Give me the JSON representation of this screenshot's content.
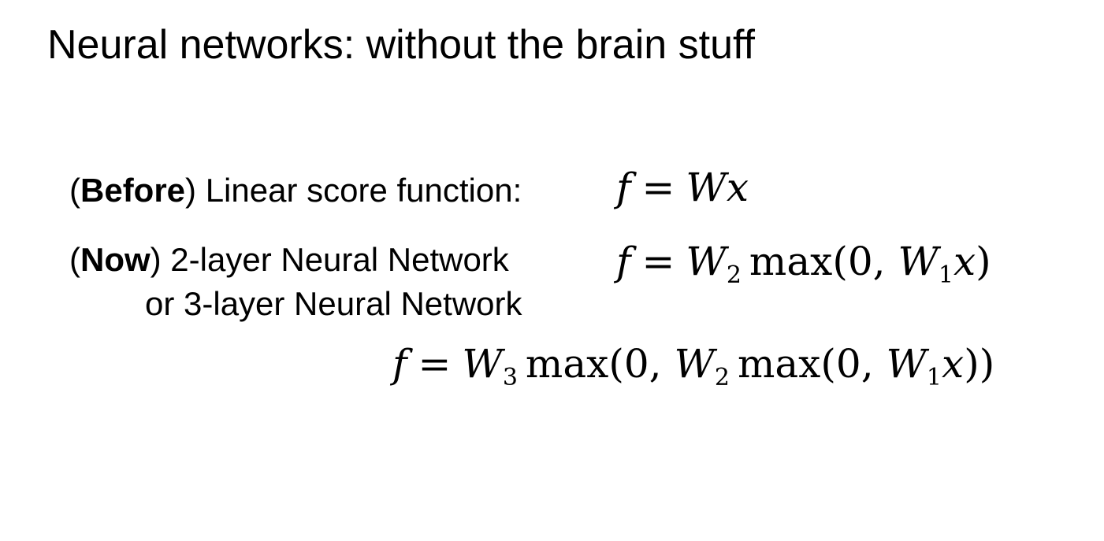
{
  "title": "Neural networks: without the brain stuff",
  "before": {
    "open_paren": "(",
    "bold_word": "Before",
    "rest": ") Linear score function:"
  },
  "now": {
    "open_paren": "(",
    "bold_word": "Now",
    "rest": ") 2-layer Neural Network"
  },
  "or_line": "or 3-layer Neural Network",
  "equations": {
    "linear": {
      "f": "f",
      "eq": "=",
      "W": "W",
      "x": "x"
    },
    "two_layer": {
      "f": "f",
      "eq": "=",
      "W": "W",
      "sub2": "2",
      "max": "max",
      "open": "(0, ",
      "W_inner": "W",
      "sub1": "1",
      "x": "x",
      "close": ")"
    },
    "three_layer": {
      "f": "f",
      "eq": "=",
      "W": "W",
      "sub3": "3",
      "max1": "max",
      "open1": "(0, ",
      "W_mid": "W",
      "sub2": "2",
      "max2": "max",
      "open2": "(0, ",
      "W_inner": "W",
      "sub1": "1",
      "x": "x",
      "close": "))"
    }
  }
}
